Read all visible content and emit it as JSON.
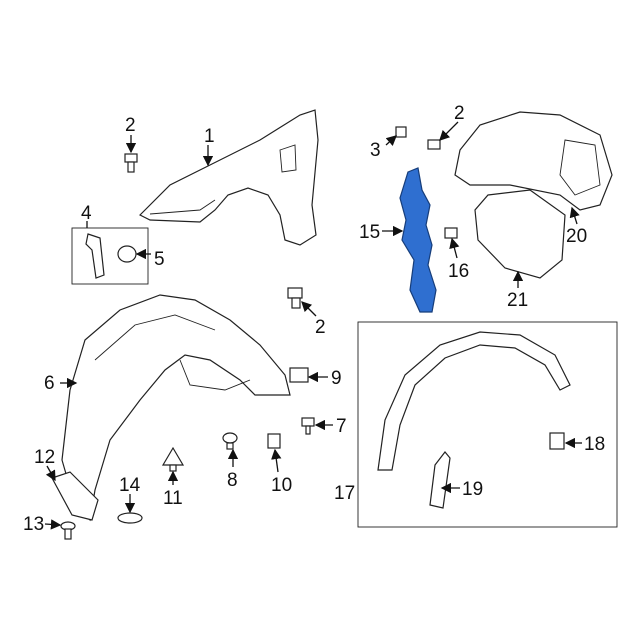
{
  "diagram": {
    "accent_color": "#2f6fd0",
    "callouts": [
      {
        "id": "c1",
        "text": "1"
      },
      {
        "id": "c2a",
        "text": "2"
      },
      {
        "id": "c2b",
        "text": "2"
      },
      {
        "id": "c2c",
        "text": "2"
      },
      {
        "id": "c3",
        "text": "3"
      },
      {
        "id": "c4",
        "text": "4"
      },
      {
        "id": "c5",
        "text": "5"
      },
      {
        "id": "c6",
        "text": "6"
      },
      {
        "id": "c7",
        "text": "7"
      },
      {
        "id": "c8",
        "text": "8"
      },
      {
        "id": "c9",
        "text": "9"
      },
      {
        "id": "c10",
        "text": "10"
      },
      {
        "id": "c11",
        "text": "11"
      },
      {
        "id": "c12",
        "text": "12"
      },
      {
        "id": "c13",
        "text": "13"
      },
      {
        "id": "c14",
        "text": "14"
      },
      {
        "id": "c15",
        "text": "15"
      },
      {
        "id": "c16",
        "text": "16"
      },
      {
        "id": "c17",
        "text": "17"
      },
      {
        "id": "c18",
        "text": "18"
      },
      {
        "id": "c19",
        "text": "19"
      },
      {
        "id": "c20",
        "text": "20"
      },
      {
        "id": "c21",
        "text": "21"
      }
    ]
  }
}
